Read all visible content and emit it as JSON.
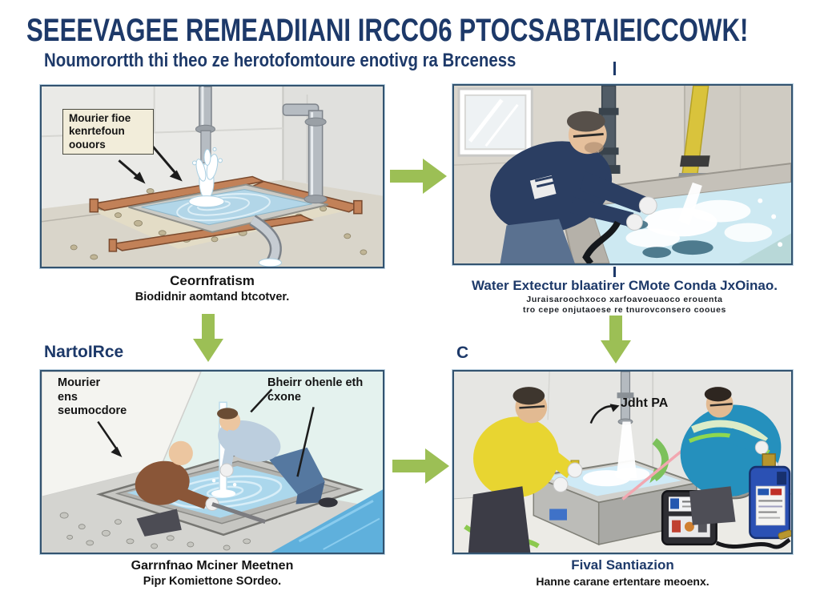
{
  "header": {
    "title": "SEEEVAGEE REMEADIIANI IRCCO6 PTOCSABTAIEICCOWK!",
    "subtitle": "Noumorortth thi theo ze herotofomtoure enotivg ra Brceness",
    "tick": "|"
  },
  "colors": {
    "navy": "#1d3969",
    "arrow_green": "#9cbf55",
    "panel_border": "#33536f",
    "label_box_bg": "#f2edda"
  },
  "flow": {
    "left_label": "NartoIRce",
    "c_label": "C"
  },
  "p1": {
    "label_l1": "Mourier fioe",
    "label_l2": "kenrtefoun",
    "label_l3": "oouors",
    "caption": "Ceornfratism",
    "caption_sub": "Biodidnir aomtand btcotver."
  },
  "p2": {
    "tick_top": "|",
    "tick_bottom": "|",
    "caption": "Water Extectur blaatirer CMote Conda JxOinao.",
    "caption_sub1": "Juraisaroochxoco xarfoavoeuaoco erouenta",
    "caption_sub2": "tro cepe onjutaoese re tnurovconsero cooues"
  },
  "p3": {
    "label_left_l1": "Mourier",
    "label_left_l2": "ens",
    "label_left_l3": "seumocdore",
    "label_right_l1": "Bheirr ohenle eth",
    "label_right_l2": "cxone",
    "caption": "Garrnfnao Mciner Meetnen",
    "caption_sub": "Pipr Komiettone SOrdeo."
  },
  "p4": {
    "label": "Jdht PA",
    "caption": "Fival Santiazion",
    "caption_sub": "Hanne carane ertentare meoenx."
  }
}
